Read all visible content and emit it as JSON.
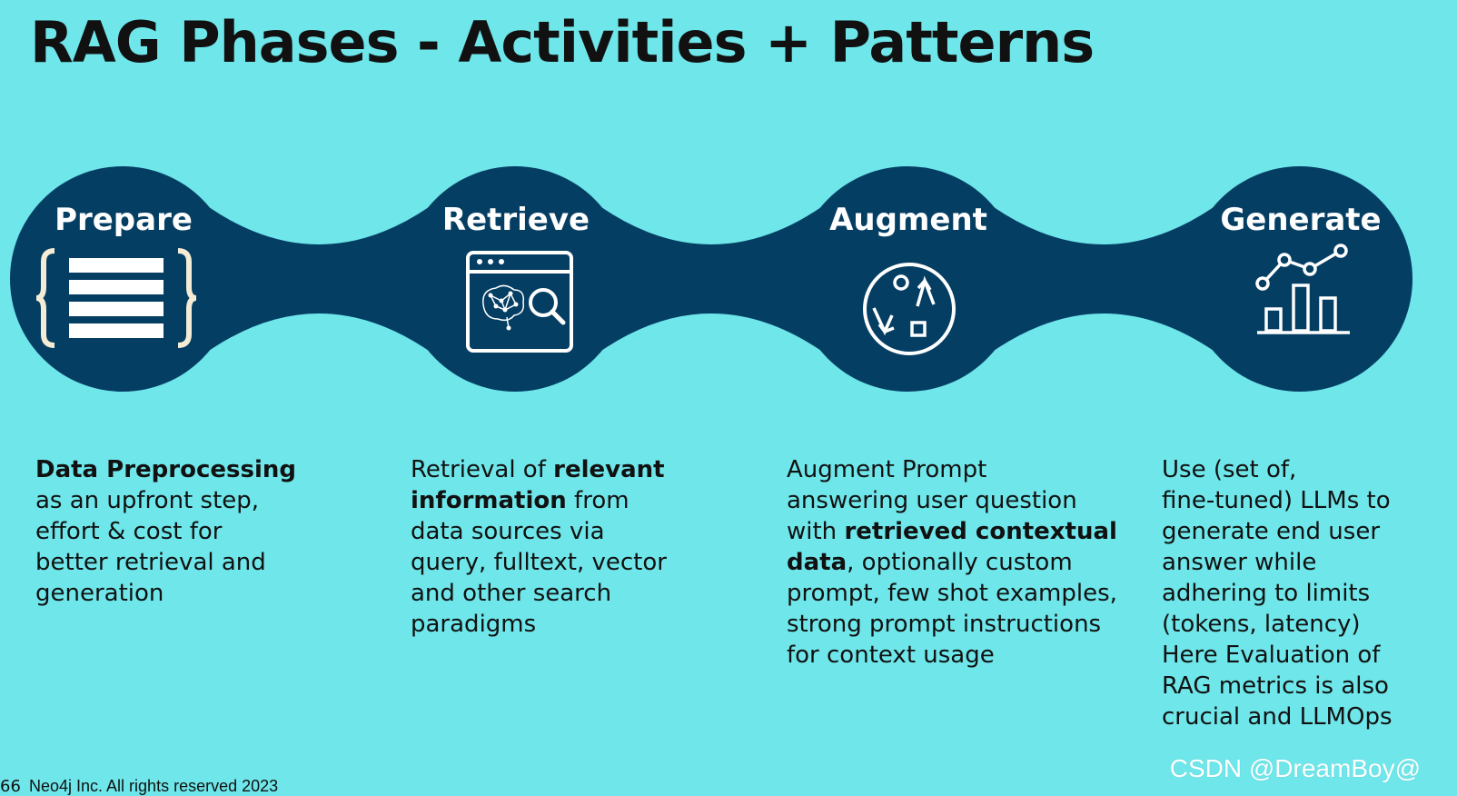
{
  "title": "RAG Phases - Activities + Patterns",
  "colors": {
    "background": "#6ee6ea",
    "chain": "#053e63",
    "accent": "#f4ecd4"
  },
  "phases": [
    {
      "label": "Prepare",
      "icon": "braces-list-icon",
      "desc": [
        {
          "t": "Data Preprocessing",
          "b": true
        },
        {
          "t": "\nas an upfront step,\neffort & cost for\nbetter retrieval and\ngeneration",
          "b": false
        }
      ]
    },
    {
      "label": "Retrieve",
      "icon": "browser-brain-search-icon",
      "desc": [
        {
          "t": "Retrieval of ",
          "b": false
        },
        {
          "t": "relevant\ninformation",
          "b": true
        },
        {
          "t": " from\ndata sources via\nquery, fulltext, vector\nand other search\nparadigms",
          "b": false
        }
      ]
    },
    {
      "label": "Augment",
      "icon": "circle-shapes-arrows-icon",
      "desc": [
        {
          "t": "Augment Prompt\nanswering user question\nwith ",
          "b": false
        },
        {
          "t": "retrieved contextual\ndata",
          "b": true
        },
        {
          "t": ", optionally custom\nprompt, few shot examples,\nstrong prompt instructions\nfor context usage",
          "b": false
        }
      ]
    },
    {
      "label": "Generate",
      "icon": "line-bar-chart-icon",
      "desc": [
        {
          "t": "Use (set of,\nfine-tuned) LLMs to\ngenerate end user\nanswer while\nadhering to limits\n(tokens, latency)\nHere Evaluation of\nRAG metrics is also\ncrucial and LLMOps",
          "b": false
        }
      ]
    }
  ],
  "footer": {
    "page": "66",
    "text": "Neo4j Inc. All rights reserved 2023"
  },
  "watermark": "CSDN @DreamBoy@"
}
